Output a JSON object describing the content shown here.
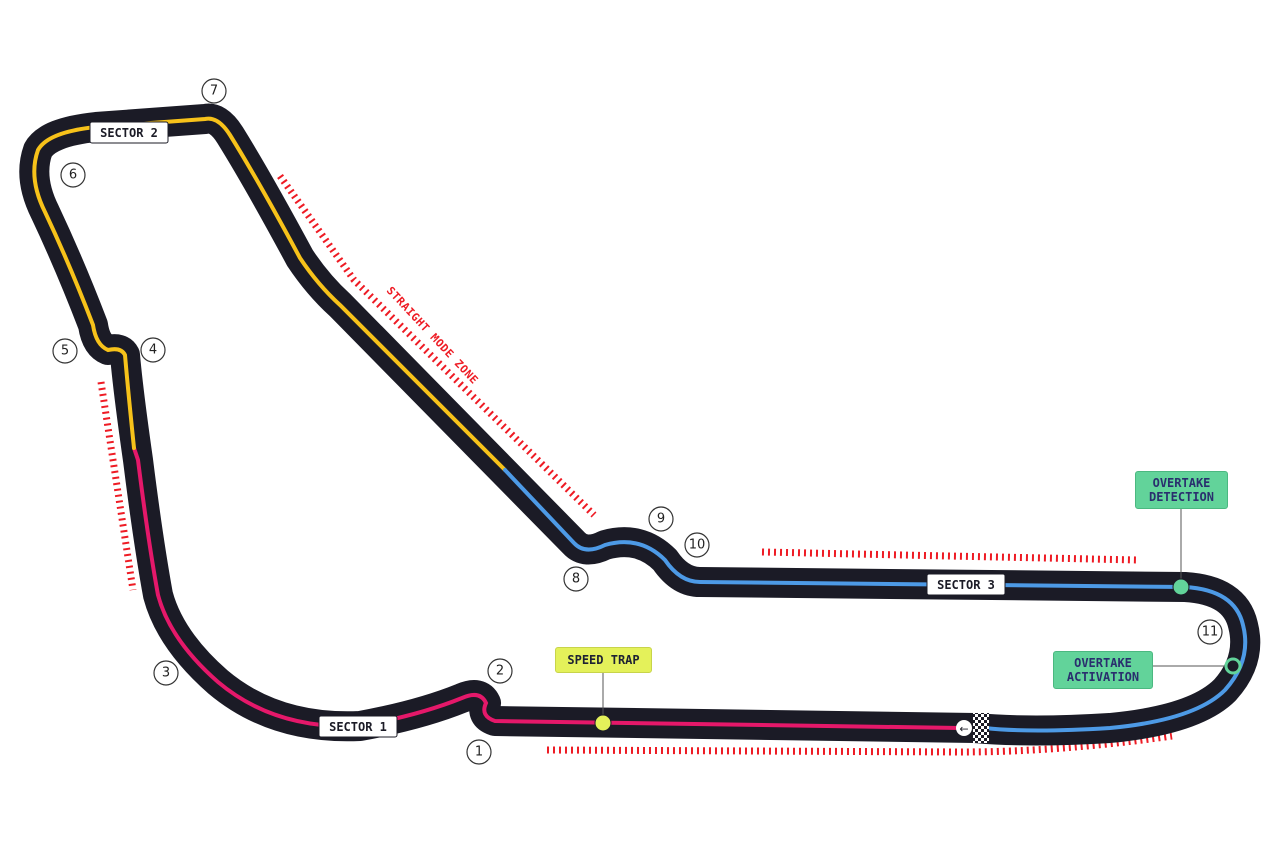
{
  "map": {
    "sectors": [
      {
        "label": "SECTOR 1",
        "color": "#e5186a"
      },
      {
        "label": "SECTOR 2",
        "color": "#f7c21a"
      },
      {
        "label": "SECTOR 3",
        "color": "#4d9ae6"
      }
    ],
    "track_color": "#1b1b26",
    "zone_color": "#ee1b24",
    "turns": [
      "1",
      "2",
      "3",
      "4",
      "5",
      "6",
      "7",
      "8",
      "9",
      "10",
      "11"
    ],
    "straight_mode_zone": "STRAIGHT MODE ZONE",
    "speed_trap": "SPEED TRAP",
    "overtake_detection": [
      "OVERTAKE",
      "DETECTION"
    ],
    "overtake_activation": [
      "OVERTAKE",
      "ACTIVATION"
    ],
    "start_arrow": "←"
  }
}
